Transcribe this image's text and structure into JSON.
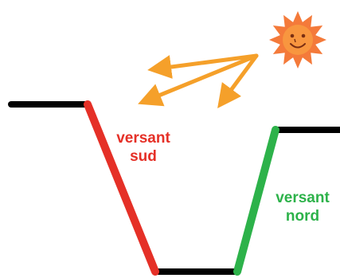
{
  "labels": {
    "south_slope_line1": "versant",
    "south_slope_line2": "sud",
    "north_slope_line1": "versant",
    "north_slope_line2": "nord"
  },
  "colors": {
    "ground": "#000000",
    "south_slope": "#e53027",
    "north_slope": "#2db24a",
    "sun_rays_arrows": "#f5a02a",
    "sun_face": "#f47a3a"
  },
  "icons": {
    "sun": "smiling-sun-icon",
    "rays": "arrow-icon"
  }
}
